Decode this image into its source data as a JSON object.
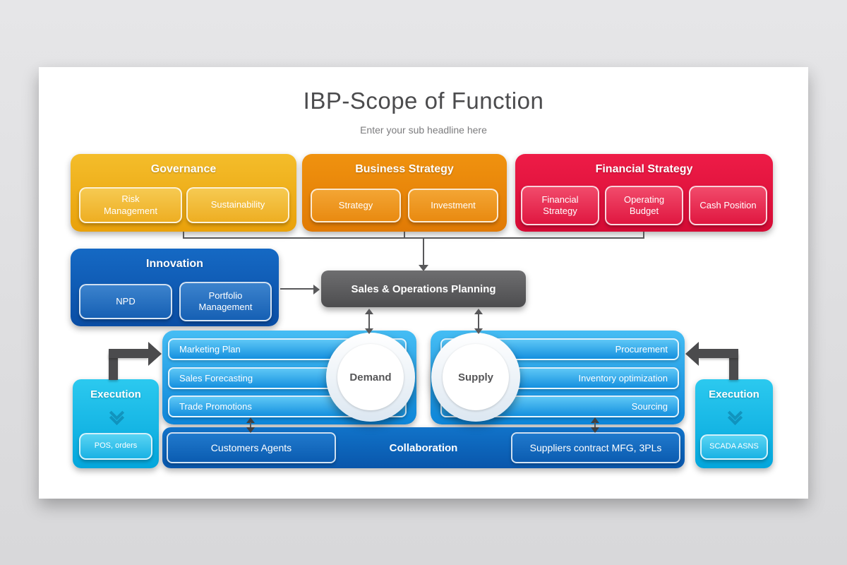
{
  "title": "IBP-Scope of Function",
  "subtitle": "Enter your sub headline here",
  "top_row": [
    {
      "title": "Governance",
      "items": [
        "Risk Management",
        "Sustainability"
      ],
      "color": "#EFAE14"
    },
    {
      "title": "Business Strategy",
      "items": [
        "Strategy",
        "Investment"
      ],
      "color": "#ED830C"
    },
    {
      "title": "Financial Strategy",
      "items": [
        "Financial Strategy",
        "Operating Budget",
        "Cash Position"
      ],
      "color": "#E51040"
    }
  ],
  "innovation": {
    "title": "Innovation",
    "items": [
      "NPD",
      "Portfolio Management"
    ],
    "color": "#0E56AE"
  },
  "sop": {
    "title": "Sales & Operations Planning",
    "color": "#58585A"
  },
  "demand": {
    "circle": "Demand",
    "items": [
      "Marketing Plan",
      "Sales Forecasting",
      "Trade Promotions"
    ]
  },
  "supply": {
    "circle": "Supply",
    "items": [
      "Procurement",
      "Inventory optimization",
      "Sourcing"
    ]
  },
  "collaboration": {
    "title": "Collaboration",
    "left_item": "Customers Agents",
    "right_item": "Suppliers contract MFG, 3PLs",
    "color": "#0C62B8"
  },
  "execution_left": {
    "title": "Execution",
    "item": "POS, orders",
    "color": "#12BCE8"
  },
  "execution_right": {
    "title": "Execution",
    "item": "SCADA ASNS",
    "color": "#12BCE8"
  },
  "colors": {
    "band": "#1E9BE4",
    "arrow": "#4B4B4D",
    "connector": "#58585A"
  }
}
